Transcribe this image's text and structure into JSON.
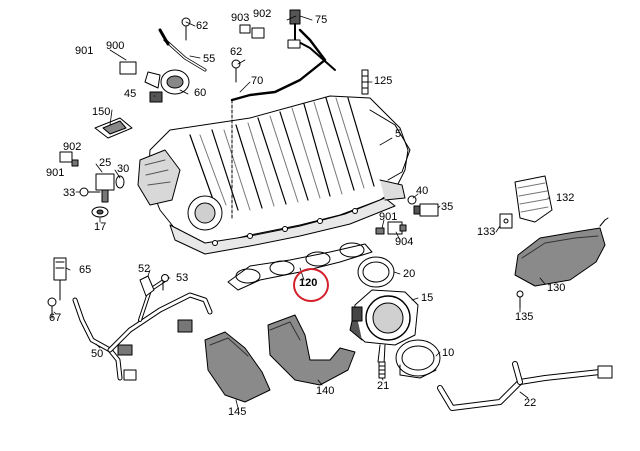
{
  "colors": {
    "line": "#000000",
    "part_fill": "#ffffff",
    "part_shade": "#9a9a9a",
    "part_dark": "#5a5a5a",
    "highlight_ring": "#d4202a"
  },
  "diagram": {
    "highlighted_part": "120",
    "callouts": {
      "c62_top": "62",
      "c903": "903",
      "c902_top": "902",
      "c75": "75",
      "c901_left": "901",
      "c900": "900",
      "c55": "55",
      "c62_mid": "62",
      "c45": "45",
      "c60": "60",
      "c70": "70",
      "c125": "125",
      "c150": "150",
      "c5": "5",
      "c902_left": "902",
      "c25": "25",
      "c30": "30",
      "c901_left2": "901",
      "c33": "33",
      "c17": "17",
      "c40": "40",
      "c35": "35",
      "c132": "132",
      "c133": "133",
      "c901_right": "901",
      "c904": "904",
      "c65": "65",
      "c52": "52",
      "c53": "53",
      "c20": "20",
      "c120": "120",
      "c130": "130",
      "c67": "67",
      "c15": "15",
      "c135": "135",
      "c50": "50",
      "c10": "10",
      "c21": "21",
      "c140": "140",
      "c22": "22",
      "c145": "145"
    }
  }
}
